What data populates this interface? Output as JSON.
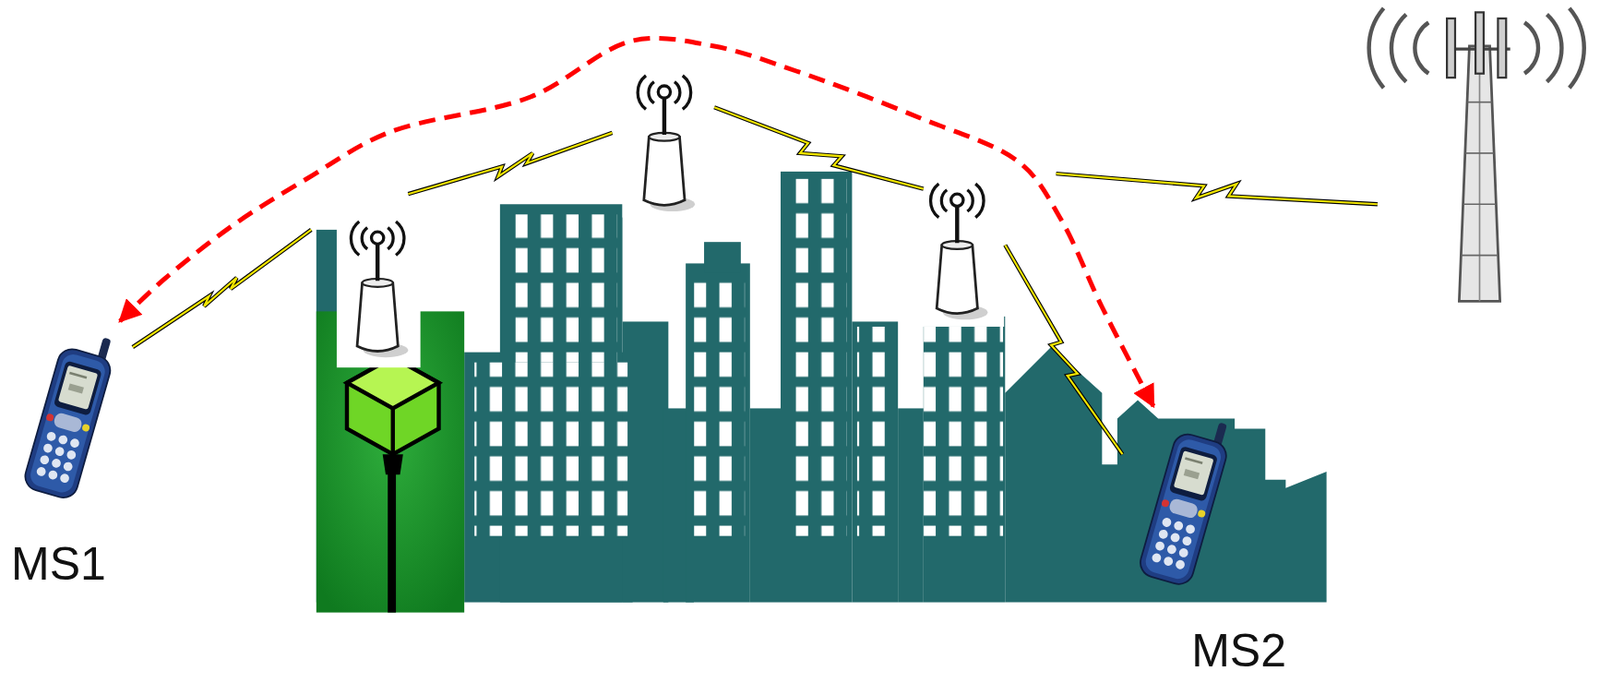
{
  "diagram": {
    "nodes": [
      {
        "text": [
          "MS1"
        ]
      },
      {
        "text": [
          "MS2"
        ]
      }
    ],
    "edges": [
      {
        "from": 0,
        "to": 1,
        "arrow": "both"
      }
    ]
  }
}
